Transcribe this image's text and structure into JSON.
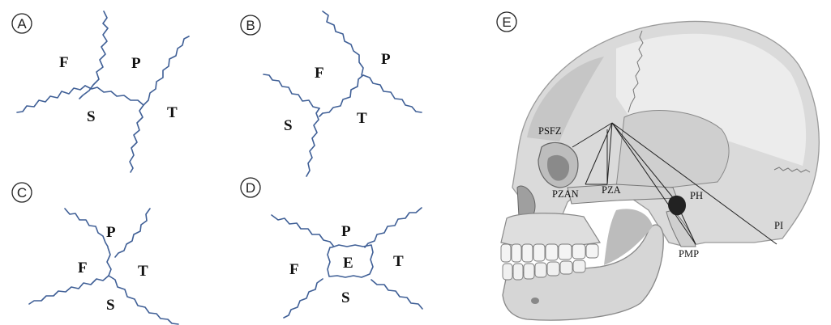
{
  "panels": [
    {
      "letter": "A",
      "labels": [
        "F",
        "P",
        "S",
        "T"
      ]
    },
    {
      "letter": "B",
      "labels": [
        "F",
        "P",
        "S",
        "T"
      ]
    },
    {
      "letter": "C",
      "labels": [
        "P",
        "F",
        "T",
        "S"
      ]
    },
    {
      "letter": "D",
      "labels": [
        "P",
        "F",
        "E",
        "T",
        "S"
      ]
    },
    {
      "letter": "E"
    }
  ],
  "skull_points": {
    "psfz": "PSFZ",
    "pzan": "PZAN",
    "pza": "PZA",
    "ph": "PH",
    "pi": "PI",
    "pmp": "PMP"
  },
  "colors": {
    "suture": "#3f5f96",
    "skull_fill": "#dcdcdc",
    "skull_shadow": "#b4b4b4",
    "line": "#222222"
  }
}
